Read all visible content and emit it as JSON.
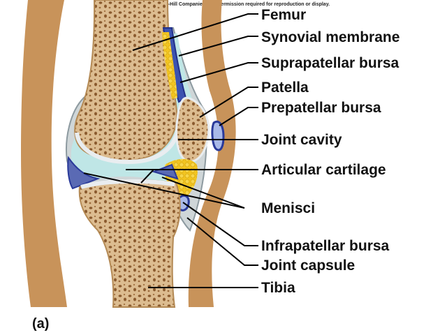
{
  "copyright": "Copyright © The McGraw-Hill Companies, Inc. Permission required for reproduction or display.",
  "panel_label": "(a)",
  "labels": {
    "femur": "Femur",
    "synovial_membrane": "Synovial membrane",
    "suprapatellar_bursa": "Suprapatellar bursa",
    "patella": "Patella",
    "prepatellar_bursa": "Prepatellar bursa",
    "joint_cavity": "Joint cavity",
    "articular_cartilage": "Articular cartilage",
    "menisci": "Menisci",
    "infrapatellar_bursa": "Infrapatellar bursa",
    "joint_capsule": "Joint capsule",
    "tibia": "Tibia"
  },
  "colors": {
    "bone": "#d9b98c",
    "bone_pore": "#8a5a2e",
    "soft_tissue": "#c8935a",
    "capsule": "#cfd6d8",
    "synovial_fluid": "#bfe6e6",
    "bursa": "#2a3a9a",
    "fat_pad": "#f2c521",
    "cartilage": "#e9edf0"
  }
}
